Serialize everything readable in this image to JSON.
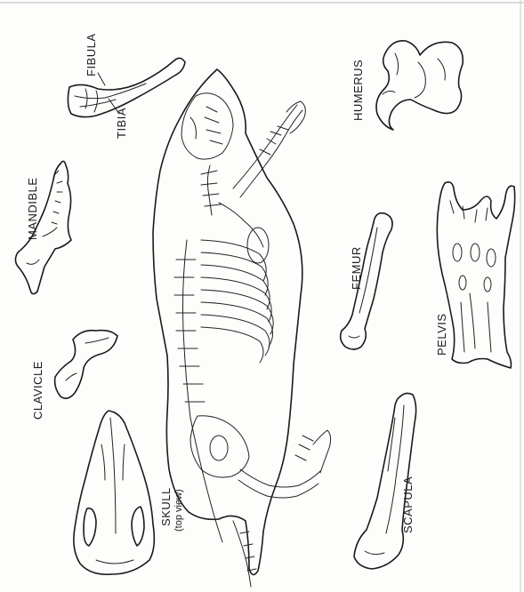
{
  "labels": {
    "fibula": "FIBULA",
    "tibia": "TIBIA",
    "humerus": "HUMERUS",
    "mandible": "MANDIBLE",
    "femur": "FEMUR",
    "pelvis": "PELVIS",
    "clavicle": "CLAVICLE",
    "skull": "SKULL",
    "skull_sub": "(top view)",
    "scapula": "SCAPULA"
  },
  "colors": {
    "ink": "#1a1a1a",
    "paper": "#fdfdfb"
  }
}
